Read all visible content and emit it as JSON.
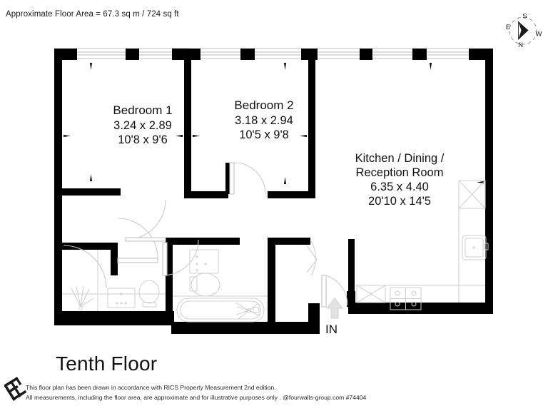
{
  "header": {
    "floor_area_note": "Approximate Floor Area = 67.3 sq m / 724 sq ft"
  },
  "compass": {
    "name": "compass-rose",
    "north_label": "N",
    "south_label": "S",
    "east_label": "E",
    "west_label": "W",
    "top_label": "S",
    "bottom_label": "N",
    "left_label": "E",
    "right_label": "W"
  },
  "rooms": [
    {
      "id": "bedroom-1",
      "name": "Bedroom 1",
      "metric": "3.24 x 2.89",
      "imperial": "10'8 x 9'6"
    },
    {
      "id": "bedroom-2",
      "name": "Bedroom 2",
      "metric": "3.18 x 2.94",
      "imperial": "10'5 x 9'8"
    },
    {
      "id": "kitchen-dining-reception",
      "name_line1": "Kitchen / Dining /",
      "name_line2": "Reception Room",
      "metric": "6.35 x 4.40",
      "imperial": "20'10 x 14'5"
    }
  ],
  "entrance": {
    "label": "IN"
  },
  "footer": {
    "floor_title": "Tenth Floor",
    "disclaimer_line1": "This floor plan has been drawn in accordance with RICS Property Measurement 2nd edition.",
    "disclaimer_line2": "All measurements, including the floor area, are approximate and for illustrative purposes only . @fourwalls-group.com #74404"
  },
  "colors": {
    "wall": "#000000",
    "background": "#ffffff",
    "fixture_line": "#c9c9c9",
    "text": "#111111",
    "arrow_light": "#d8d8d8"
  }
}
